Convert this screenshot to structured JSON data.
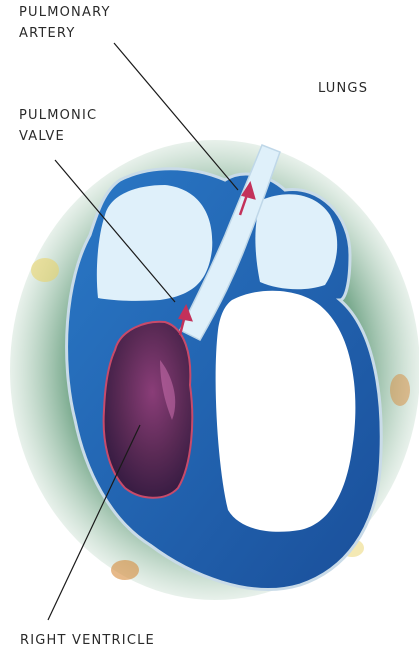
{
  "labels": {
    "pulmonary_artery": [
      "PULMONARY",
      "ARTERY"
    ],
    "lungs": "LUNGS",
    "pulmonic_valve": [
      "PULMONIC",
      "VALVE"
    ],
    "right_ventricle": "RIGHT VENTRICLE"
  },
  "colors": {
    "heart_blue": "#1f5fae",
    "chamber_light": "#dff0fa",
    "chamber_white": "#ffffff",
    "ventricle_blood": "#5a2a55",
    "blood_arrow": "#c3315a",
    "lung_tissue": "#4f8f6a",
    "leader_line": "#1a1a1a"
  },
  "icons": [
    "blood-flow-arrow"
  ]
}
